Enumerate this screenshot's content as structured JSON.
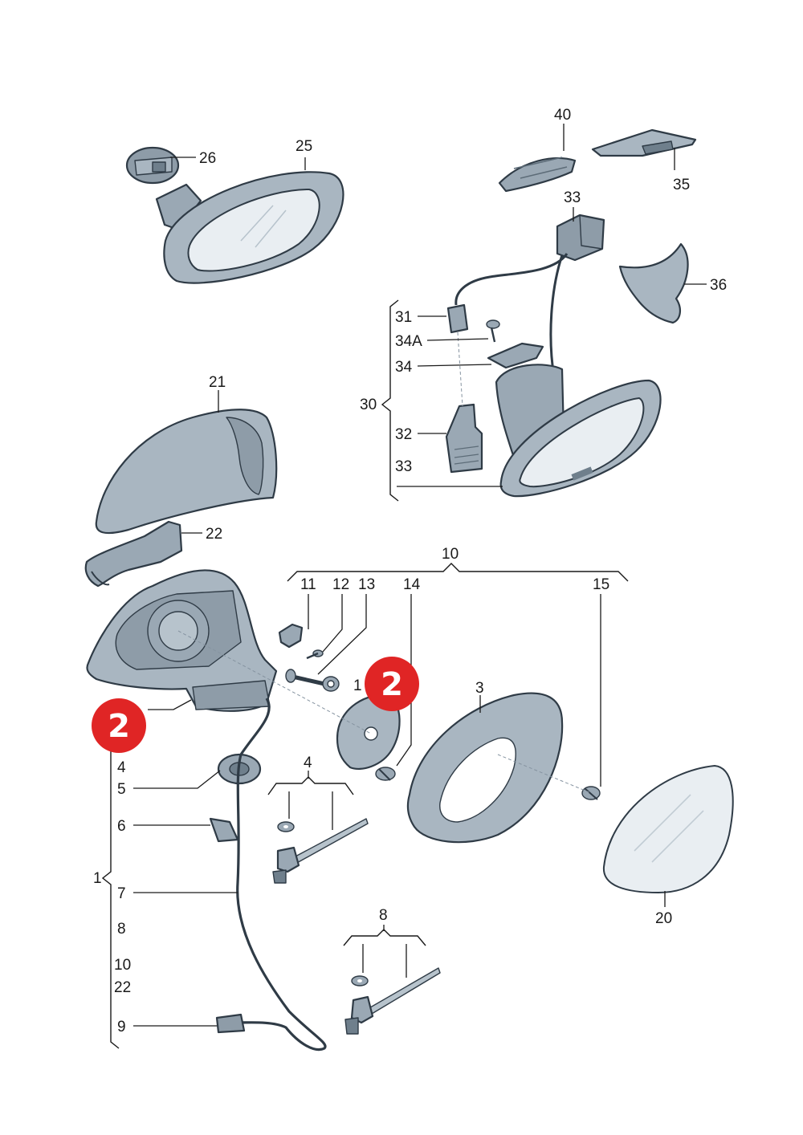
{
  "labels": {
    "l1": "1",
    "l3": "3",
    "l4a": "4",
    "l4b": "4",
    "l5": "5",
    "l6": "6",
    "l7": "7",
    "l8a": "8",
    "l8b": "8",
    "l9": "9",
    "l10a": "10",
    "l10b": "10",
    "l11": "11",
    "l12": "12",
    "l13": "13",
    "l14": "14",
    "l15": "15",
    "l20": "20",
    "l21": "21",
    "l22a": "22",
    "l22b": "22",
    "l25": "25",
    "l26": "26",
    "l30": "30",
    "l31": "31",
    "l32": "32",
    "l33a": "33",
    "l33b": "33",
    "l34": "34",
    "l34A": "34A",
    "l35": "35",
    "l36": "36",
    "l40": "40",
    "l1partial": "1"
  },
  "badges": {
    "b1": "2",
    "b2": "2"
  },
  "colors": {
    "part_fill": "#a9b6c1",
    "part_dark": "#6f7f8c",
    "outline": "#2f3b46",
    "badge_red": "#e02525"
  }
}
